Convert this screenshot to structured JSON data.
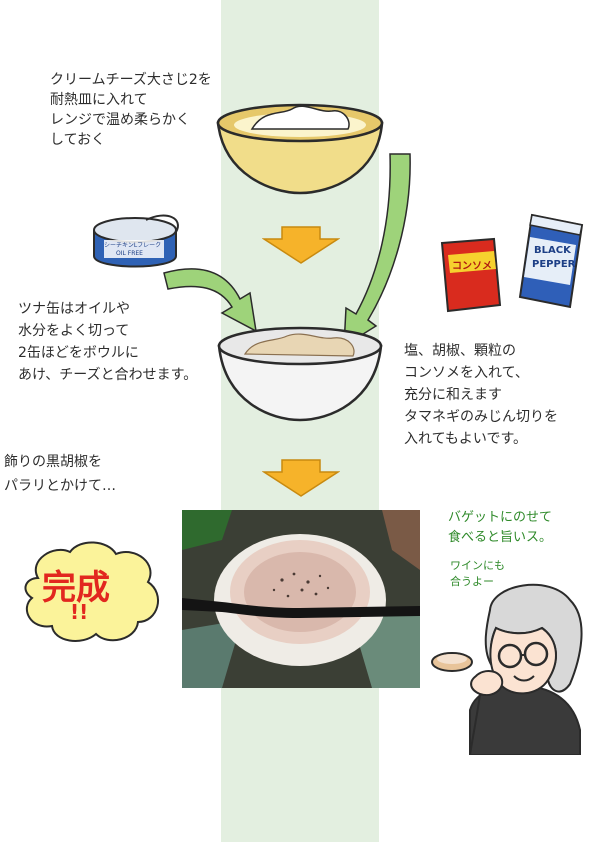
{
  "steps": {
    "cream_cheese": "クリームチーズ大さじ2を\n耐熱皿に入れて\nレンジで温め柔らかく\nしておく",
    "tuna": "ツナ缶はオイルや\n水分をよく切って\n2缶ほどをボウルに\nあけ、チーズと合わせます。",
    "seasoning": "塩、胡椒、顆粒の\nコンソメを入れて、\n充分に和えます\nタマネギのみじん切りを\n入れてもよいです。",
    "garnish": "飾りの黒胡椒を\nパラリとかけて…"
  },
  "labels": {
    "tuna_can": "シーチキンLフレーク",
    "tuna_can_sub": "OIL FREE",
    "consomme": "コンソメ",
    "pepper_line1": "BLACK",
    "pepper_line2": "PEPPER"
  },
  "done": {
    "title": "完成",
    "exclaim": "!!"
  },
  "comments": {
    "baguette": "バゲットにのせて\n食べると旨いス。",
    "wine": "ワインにも\n合うよー"
  },
  "colors": {
    "band": "#e3efe0",
    "arrow_orange": "#f6b32a",
    "arrow_green": "#9ed37a",
    "bowl_yellow": "#f1dd8a",
    "done_cloud": "#fbf39a",
    "done_text": "#e2271f",
    "comment_green": "#2f8a2a"
  }
}
